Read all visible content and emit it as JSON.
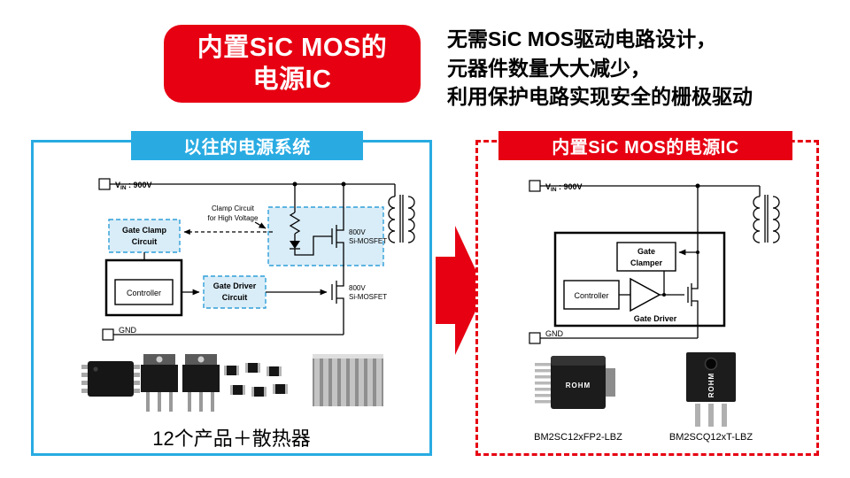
{
  "header": {
    "badge_line1": "内置SiC MOS的",
    "badge_line2": "电源IC",
    "description_lines": [
      "无需SiC MOS驱动电路设计，",
      "元器件数量大大减少，",
      "利用保护电路实现安全的栅极驱动"
    ]
  },
  "left_panel": {
    "title": "以往的电源系统",
    "circuit": {
      "vin_v": "V",
      "vin_sub": "IN",
      "vin_rest": " : 900V",
      "clamp_note_line1": "Clamp Circuit",
      "clamp_note_line2": "for High Voltage",
      "gate_clamp_line1": "Gate Clamp",
      "gate_clamp_line2": "Circuit",
      "controller_label": "Controller",
      "gate_driver_line1": "Gate Driver",
      "gate_driver_line2": "Circuit",
      "mosfet_top_line1": "800V",
      "mosfet_top_line2": "Si-MOSFET",
      "mosfet_bottom_line1": "800V",
      "mosfet_bottom_line2": "Si-MOSFET",
      "gnd_label": "GND"
    },
    "caption": "12个产品＋散热器"
  },
  "right_panel": {
    "title": "内置SiC MOS的电源IC",
    "circuit": {
      "vin_v": "V",
      "vin_sub": "IN",
      "vin_rest": " : 900V",
      "gate_clamper_line1": "Gate",
      "gate_clamper_line2": "Clamper",
      "controller_label": "Controller",
      "gate_driver_label": "Gate Driver",
      "gnd_label": "GND"
    },
    "products": [
      {
        "name": "BM2SC12xFP2-LBZ",
        "brand": "ROHM"
      },
      {
        "name": "BM2SCQ12xT-LBZ",
        "brand": "ROHM"
      }
    ]
  },
  "colors": {
    "accent_red": "#e60012",
    "accent_blue": "#29abe2",
    "shade_blue": "#d9edf8"
  }
}
